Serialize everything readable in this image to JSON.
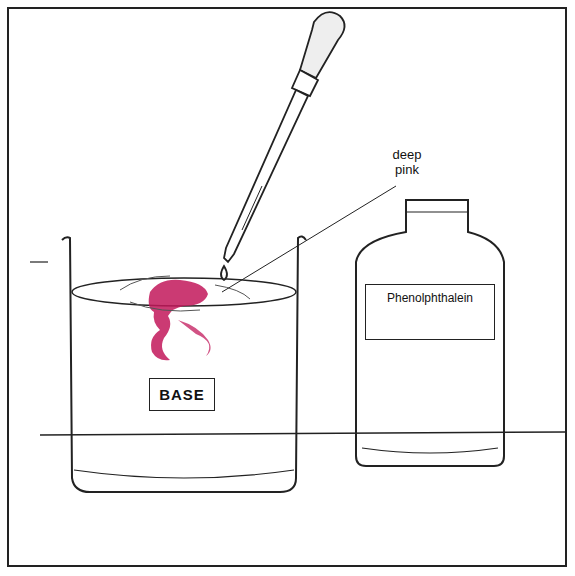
{
  "diagram": {
    "nodes": [
      {
        "text": [
          "BASE"
        ]
      },
      {
        "text": [
          "Phenolphthalein"
        ]
      }
    ],
    "labels": [
      "deep pink"
    ]
  }
}
